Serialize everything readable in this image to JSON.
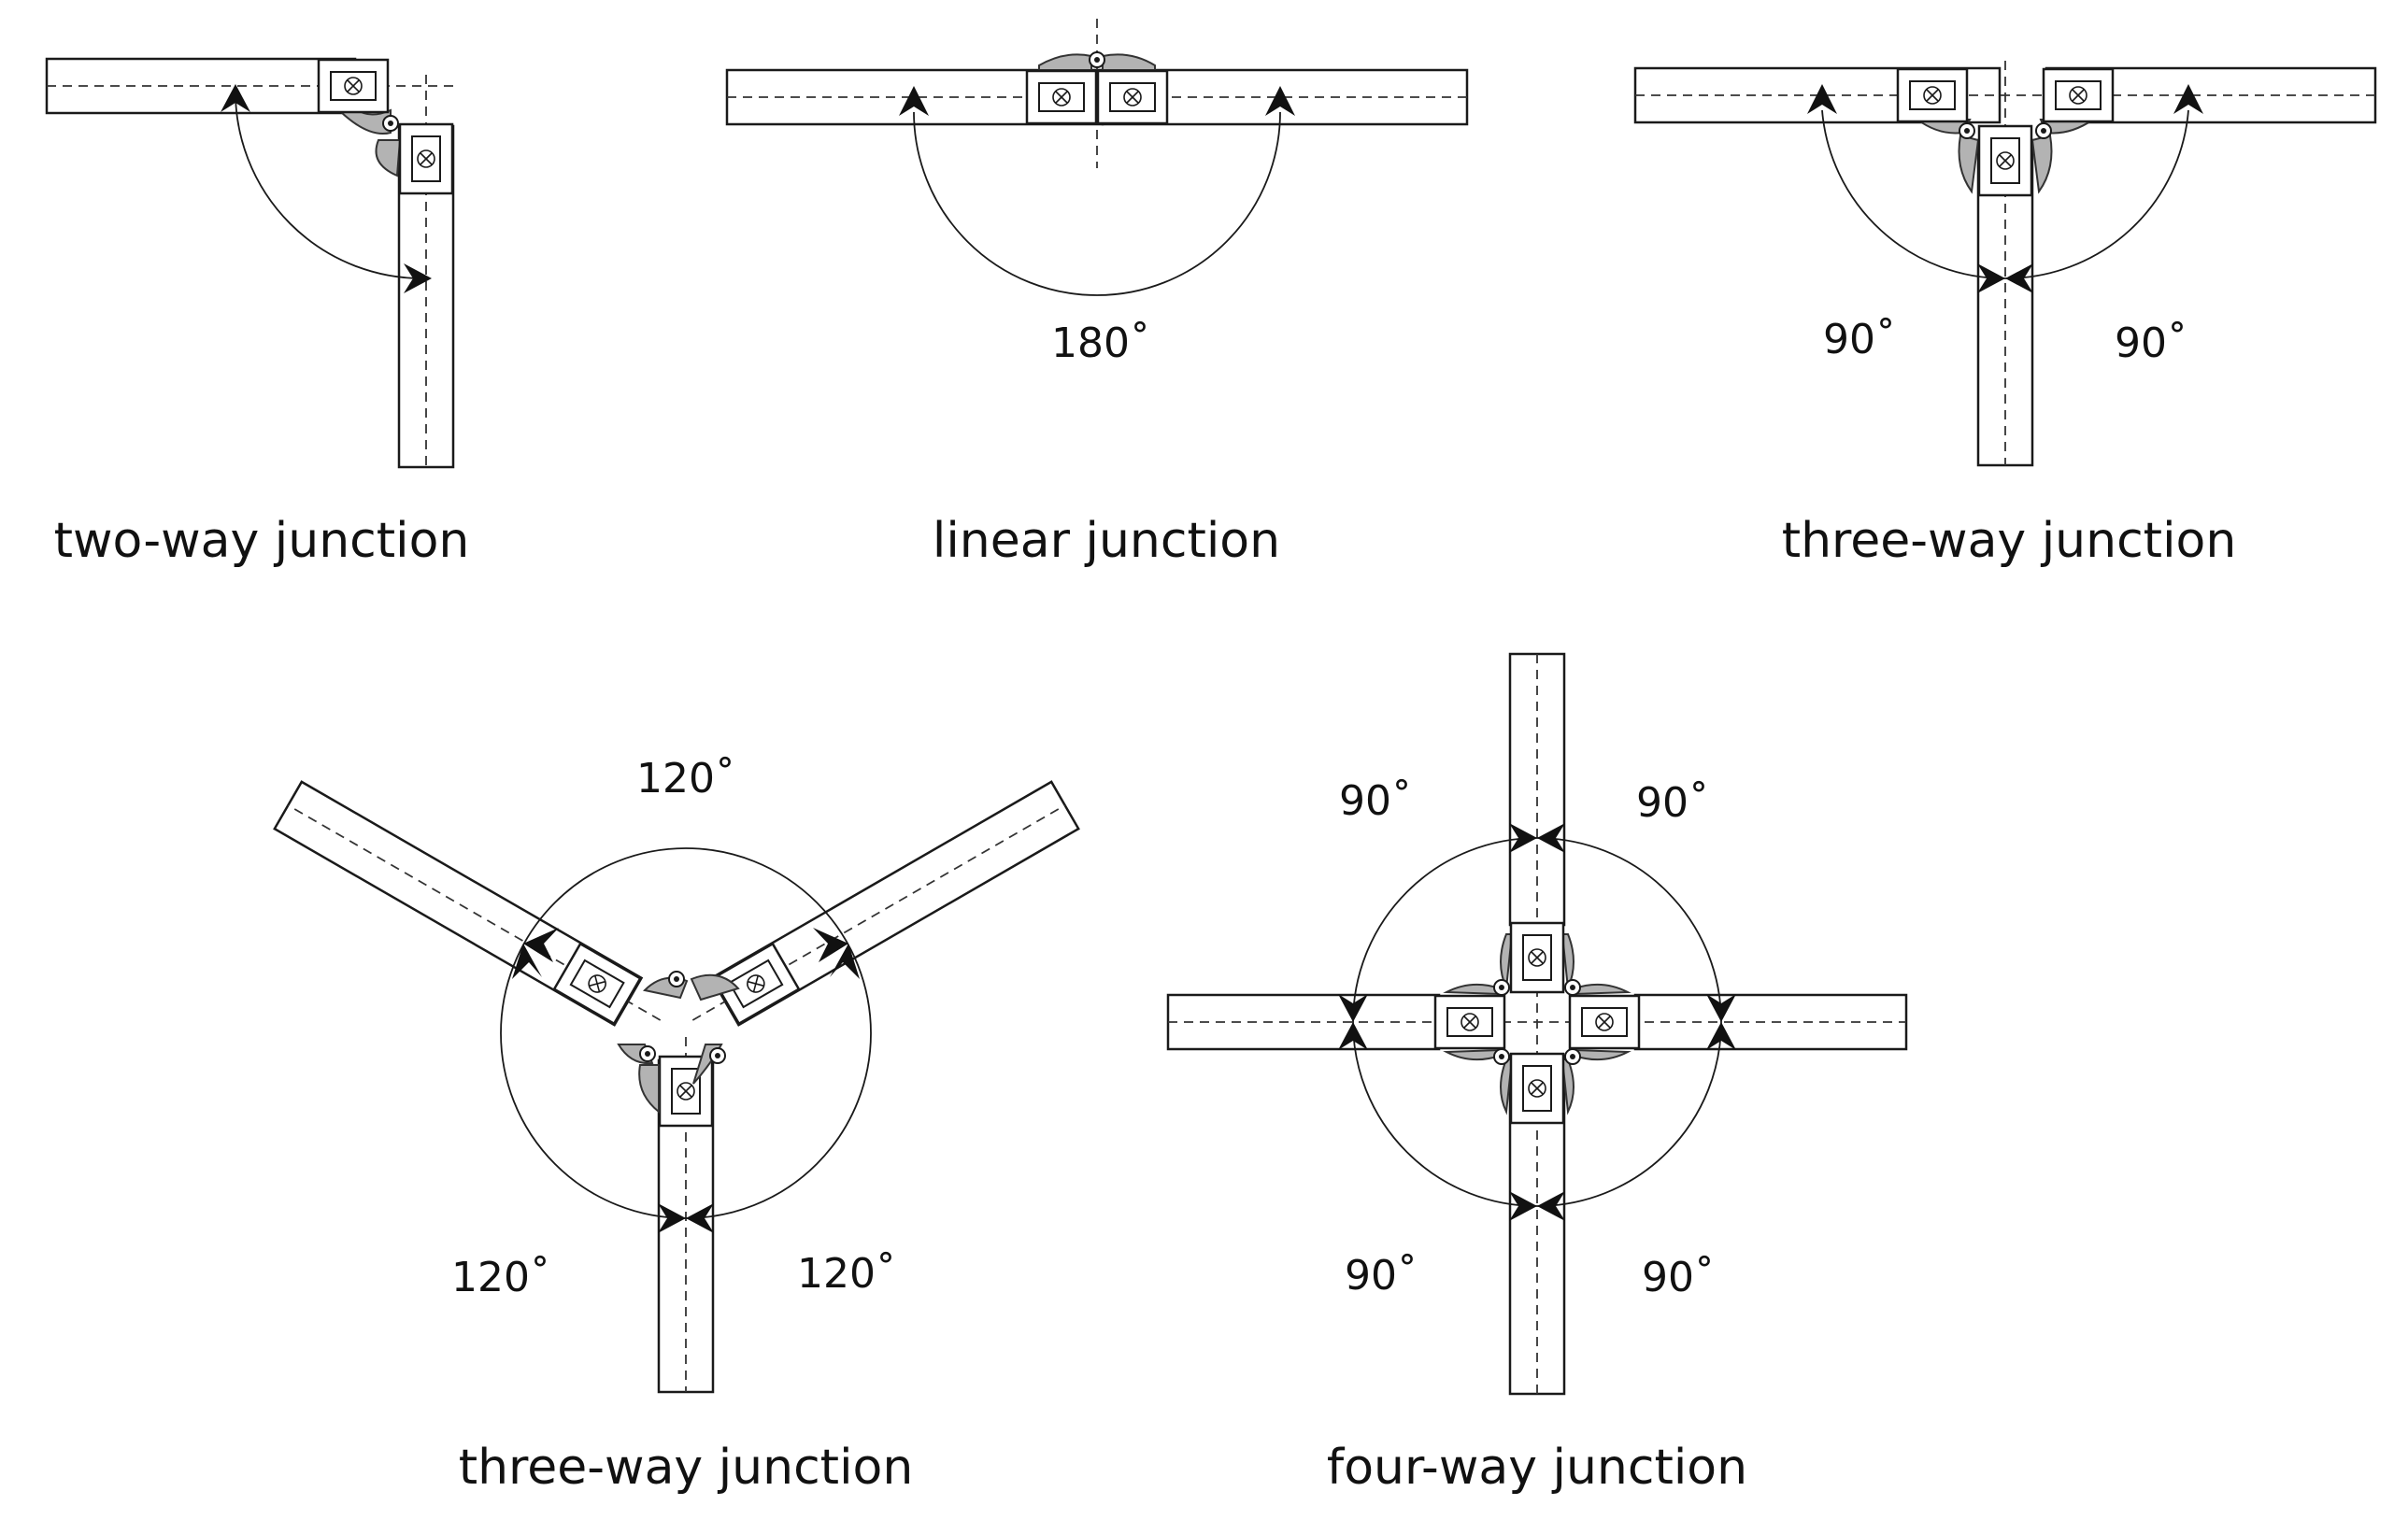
{
  "diagrams": [
    {
      "id": "two-way",
      "caption": "two-way junction",
      "angles": []
    },
    {
      "id": "linear",
      "caption": "linear junction",
      "angles": [
        "180˚"
      ]
    },
    {
      "id": "three-way-t",
      "caption": "three-way junction",
      "angles": [
        "90˚",
        "90˚"
      ]
    },
    {
      "id": "three-way-y",
      "caption": "three-way junction",
      "angles": [
        "120˚",
        "120˚",
        "120˚"
      ]
    },
    {
      "id": "four-way",
      "caption": "four-way junction",
      "angles": [
        "90˚",
        "90˚",
        "90˚",
        "90˚"
      ]
    }
  ],
  "colors": {
    "line": "#1a1a1a",
    "tab_fill": "#b3b3b3",
    "background": "#ffffff"
  }
}
